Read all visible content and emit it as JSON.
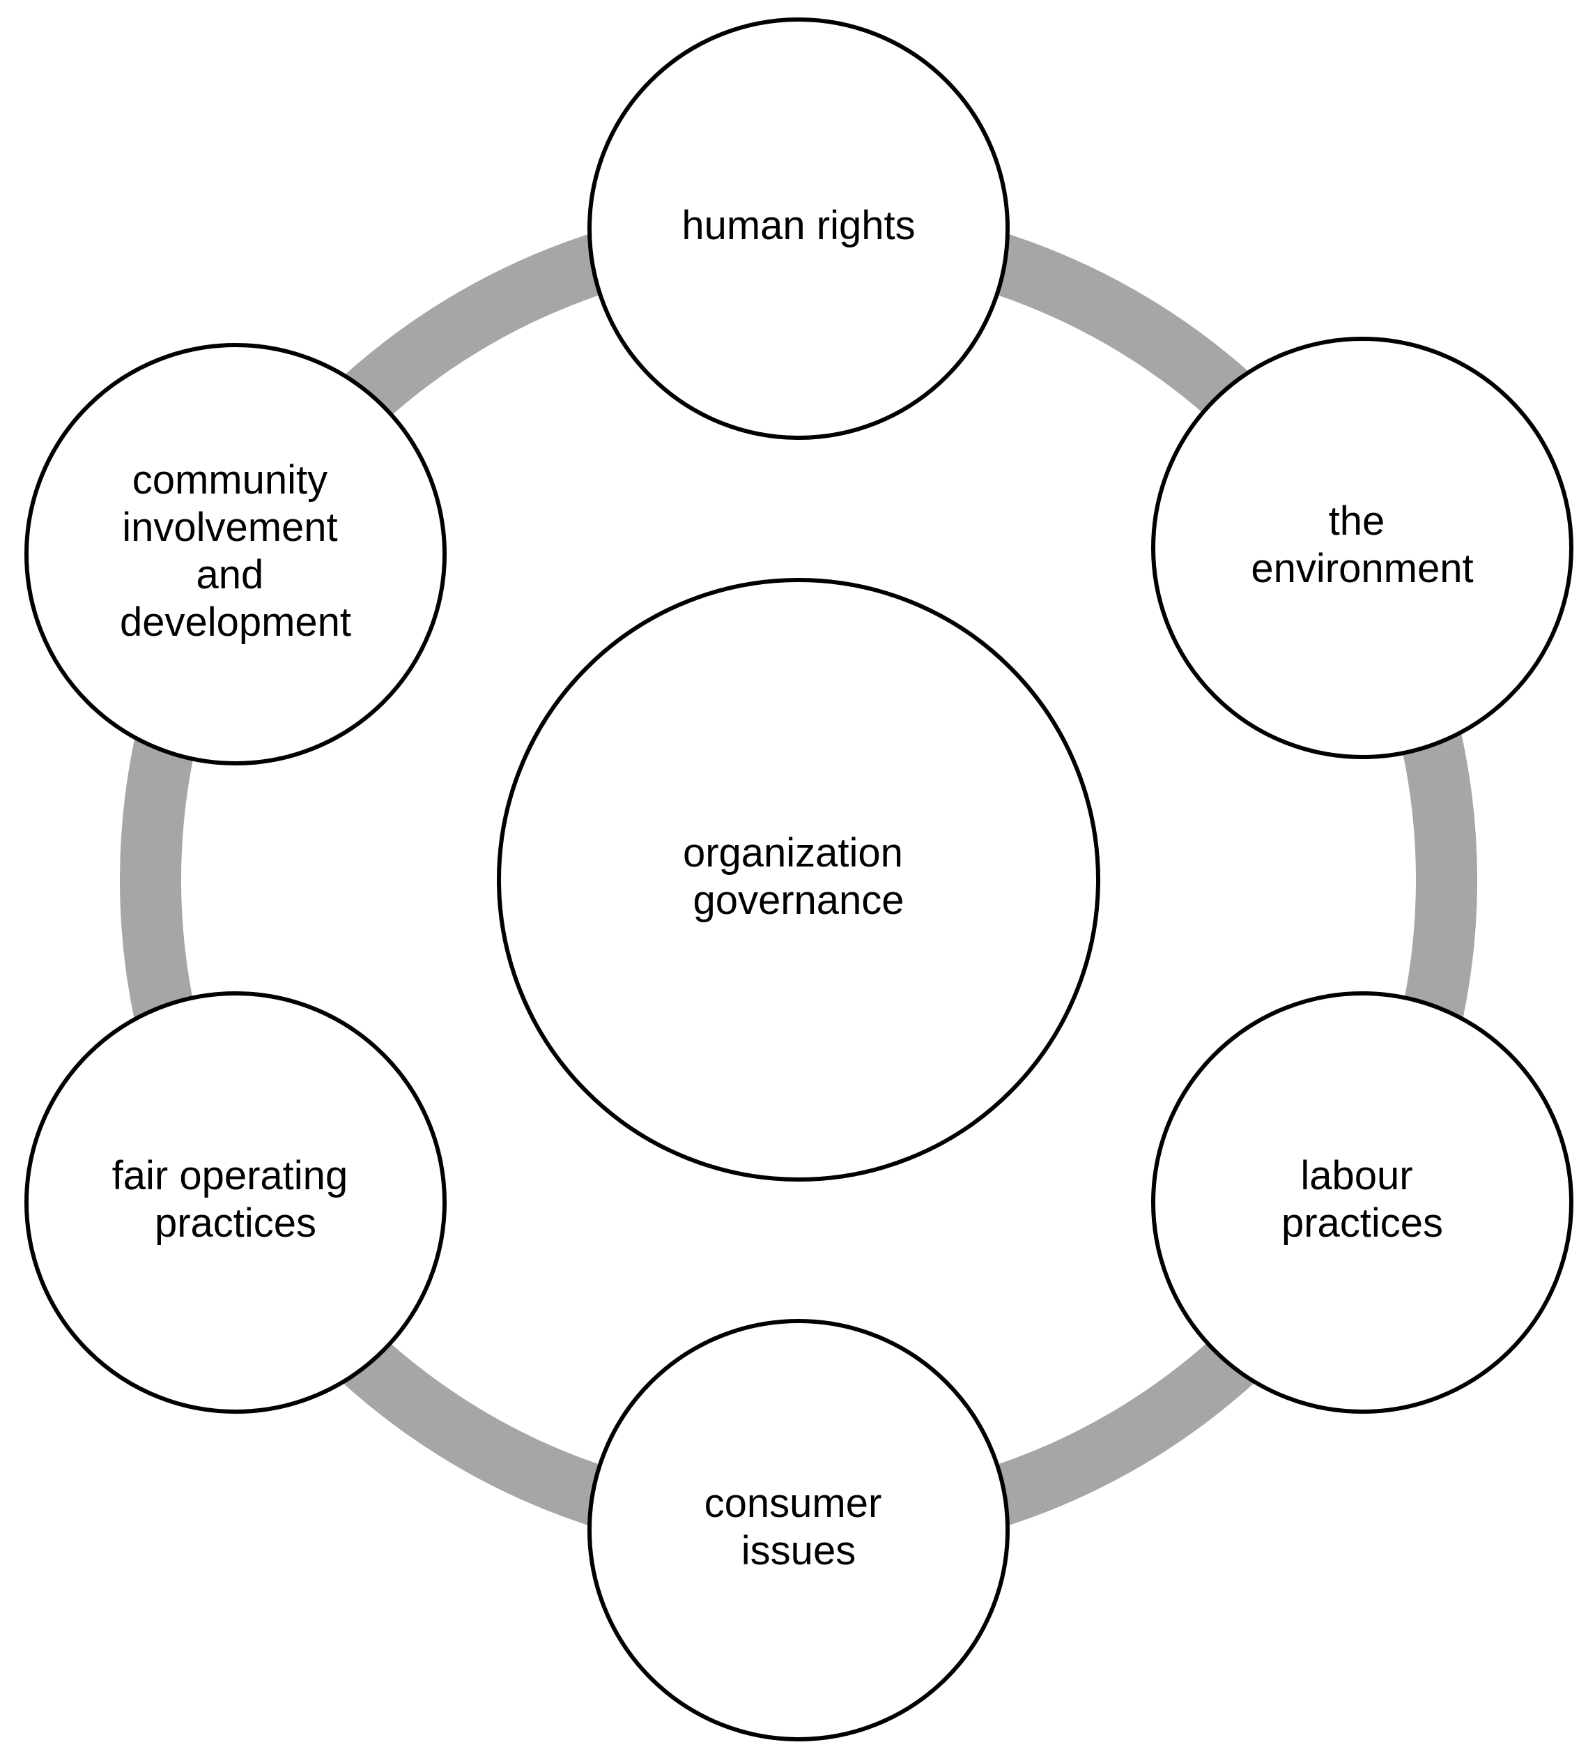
{
  "diagram": {
    "center": {
      "lines": [
        "organization",
        "governance"
      ]
    },
    "nodes": [
      {
        "id": "human-rights",
        "lines": [
          "human rights"
        ]
      },
      {
        "id": "the-environment",
        "lines": [
          "the",
          "environment"
        ]
      },
      {
        "id": "labour-practices",
        "lines": [
          "labour",
          "practices"
        ]
      },
      {
        "id": "consumer-issues",
        "lines": [
          "consumer",
          "issues"
        ]
      },
      {
        "id": "fair-operating-practices",
        "lines": [
          "fair operating",
          "practices"
        ]
      },
      {
        "id": "community-involvement-and-development",
        "lines": [
          "community",
          "involvement",
          "and",
          "development"
        ]
      }
    ],
    "colors": {
      "ring": "#a6a6a6",
      "outline": "#000000",
      "fill": "#ffffff",
      "text": "#000000"
    }
  }
}
